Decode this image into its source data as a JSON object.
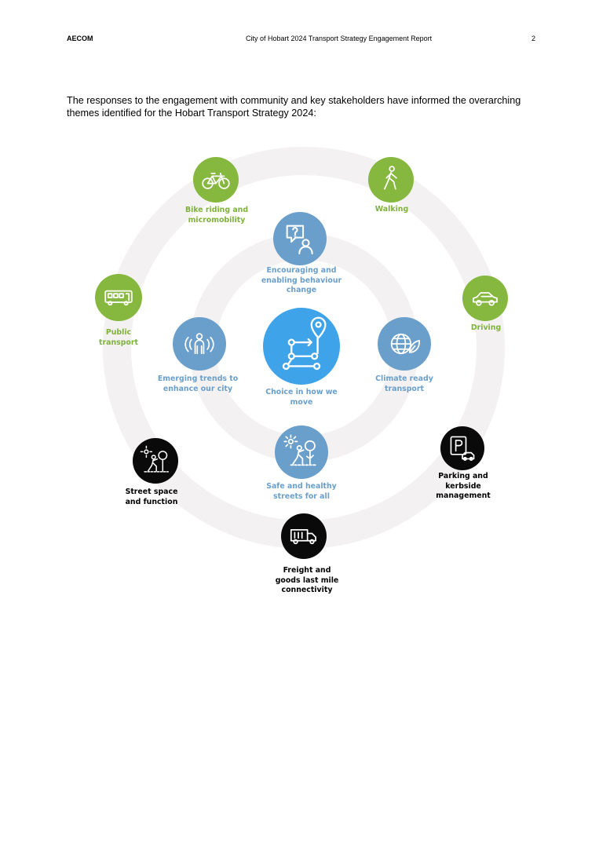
{
  "header": {
    "left": "AECOM",
    "center": "City of Hobart 2024 Transport Strategy Engagement Report",
    "page_number": "2"
  },
  "intro": "The responses to the engagement with community and key stakeholders have informed the overarching themes identified for the Hobart Transport Strategy 2024:",
  "colors": {
    "green": "#86b73f",
    "blue": "#6a9fcb",
    "center": "#3ea3e8",
    "black": "#0a0a0a",
    "ring": "#f3f1f2"
  },
  "themes": {
    "center": {
      "label": "Choice in how we\nmove",
      "icon": "route-icon"
    },
    "inner": [
      {
        "label": "Encouraging and\nenabling behaviour\nchange",
        "icon": "question-person-icon"
      },
      {
        "label": "Climate ready\ntransport",
        "icon": "globe-leaf-icon"
      },
      {
        "label": "Safe and healthy\nstreets for all",
        "icon": "pedestrian-tree-icon"
      },
      {
        "label": "Emerging trends to\nenhance our city",
        "icon": "person-signal-icon"
      }
    ],
    "outer": [
      {
        "label": "Bike riding and\nmicromobility",
        "icon": "bicycle-icon"
      },
      {
        "label": "Walking",
        "icon": "walking-icon"
      },
      {
        "label": "Driving",
        "icon": "car-icon"
      },
      {
        "label": "Parking and\nkerbside\nmanagement",
        "icon": "parking-icon"
      },
      {
        "label": "Freight and\ngoods last mile\nconnectivity",
        "icon": "truck-icon"
      },
      {
        "label": "Street space\nand function",
        "icon": "street-space-icon"
      },
      {
        "label": "Public\ntransport",
        "icon": "bus-icon"
      }
    ]
  }
}
